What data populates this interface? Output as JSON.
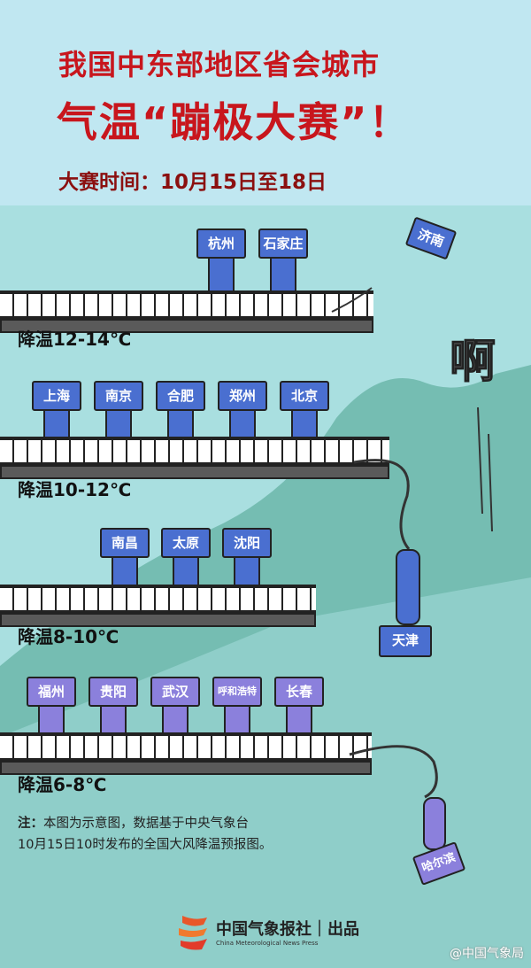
{
  "title": {
    "line1": "我国中东部地区省会城市",
    "line2": "气温“蹦极大赛”！",
    "date": "大赛时间：10月15日至18日"
  },
  "rows": [
    {
      "label": "降温12-14℃",
      "cities": [
        "杭州",
        "石家庄"
      ]
    },
    {
      "label": "降温10-12℃",
      "cities": [
        "上海",
        "南京",
        "合肥",
        "郑州",
        "北京"
      ]
    },
    {
      "label": "降温8-10℃",
      "cities": [
        "南昌",
        "太原",
        "沈阳"
      ]
    },
    {
      "label": "降温6-8℃",
      "cities": [
        "福州",
        "贵阳",
        "武汉",
        "呼和浩特",
        "长春"
      ]
    }
  ],
  "jumpers": [
    "济南",
    "天津",
    "哈尔滨"
  ],
  "exclaim": "啊",
  "note": {
    "prefix": "注：",
    "line1": "本图为示意图，数据基于中央气象台",
    "line2": "10月15日10时发布的全国大风降温预报图。"
  },
  "publisher": {
    "name": "中国气象报社",
    "english": "China Meteorological News Press",
    "suffix": "｜出品"
  },
  "watermark": "@中国气象局",
  "colors": {
    "title": "#c8161d",
    "figure_blue": "#4a6fd0",
    "figure_purple": "#8b80dc"
  }
}
